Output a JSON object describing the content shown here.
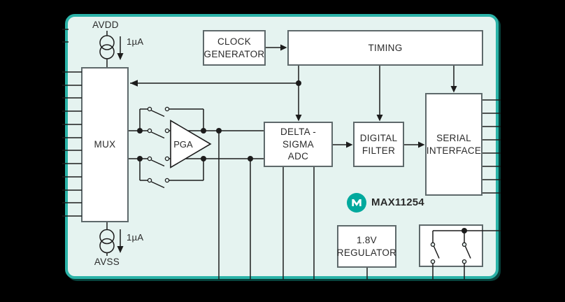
{
  "colors": {
    "panel_border": "#2bb3a8",
    "panel_fill": "#e5f3f0",
    "block_border": "#5e696b",
    "line_color": "#1c1c1c",
    "text_color": "#2a2a2a",
    "logo_color": "#00a99d"
  },
  "labels": {
    "avdd": "AVDD",
    "avss": "AVSS",
    "current_top": "1µA",
    "current_bottom": "1µA"
  },
  "blocks": {
    "mux": {
      "label": "MUX"
    },
    "pga": {
      "label": "PGA"
    },
    "clock_generator": {
      "line1": "CLOCK",
      "line2": "GENERATOR"
    },
    "timing": {
      "label": "TIMING"
    },
    "delta_sigma_adc": {
      "line1": "DELTA -SIGMA",
      "line2": "ADC"
    },
    "digital_filter": {
      "line1": "DIGITAL",
      "line2": "FILTER"
    },
    "serial_interface": {
      "line1": "SERIAL",
      "line2": "INTERFACE"
    },
    "regulator": {
      "line1": "1.8V",
      "line2": "REGULATOR"
    }
  },
  "brand": {
    "part_number": "MAX11254",
    "logo_icon": "maxim-m-icon"
  }
}
